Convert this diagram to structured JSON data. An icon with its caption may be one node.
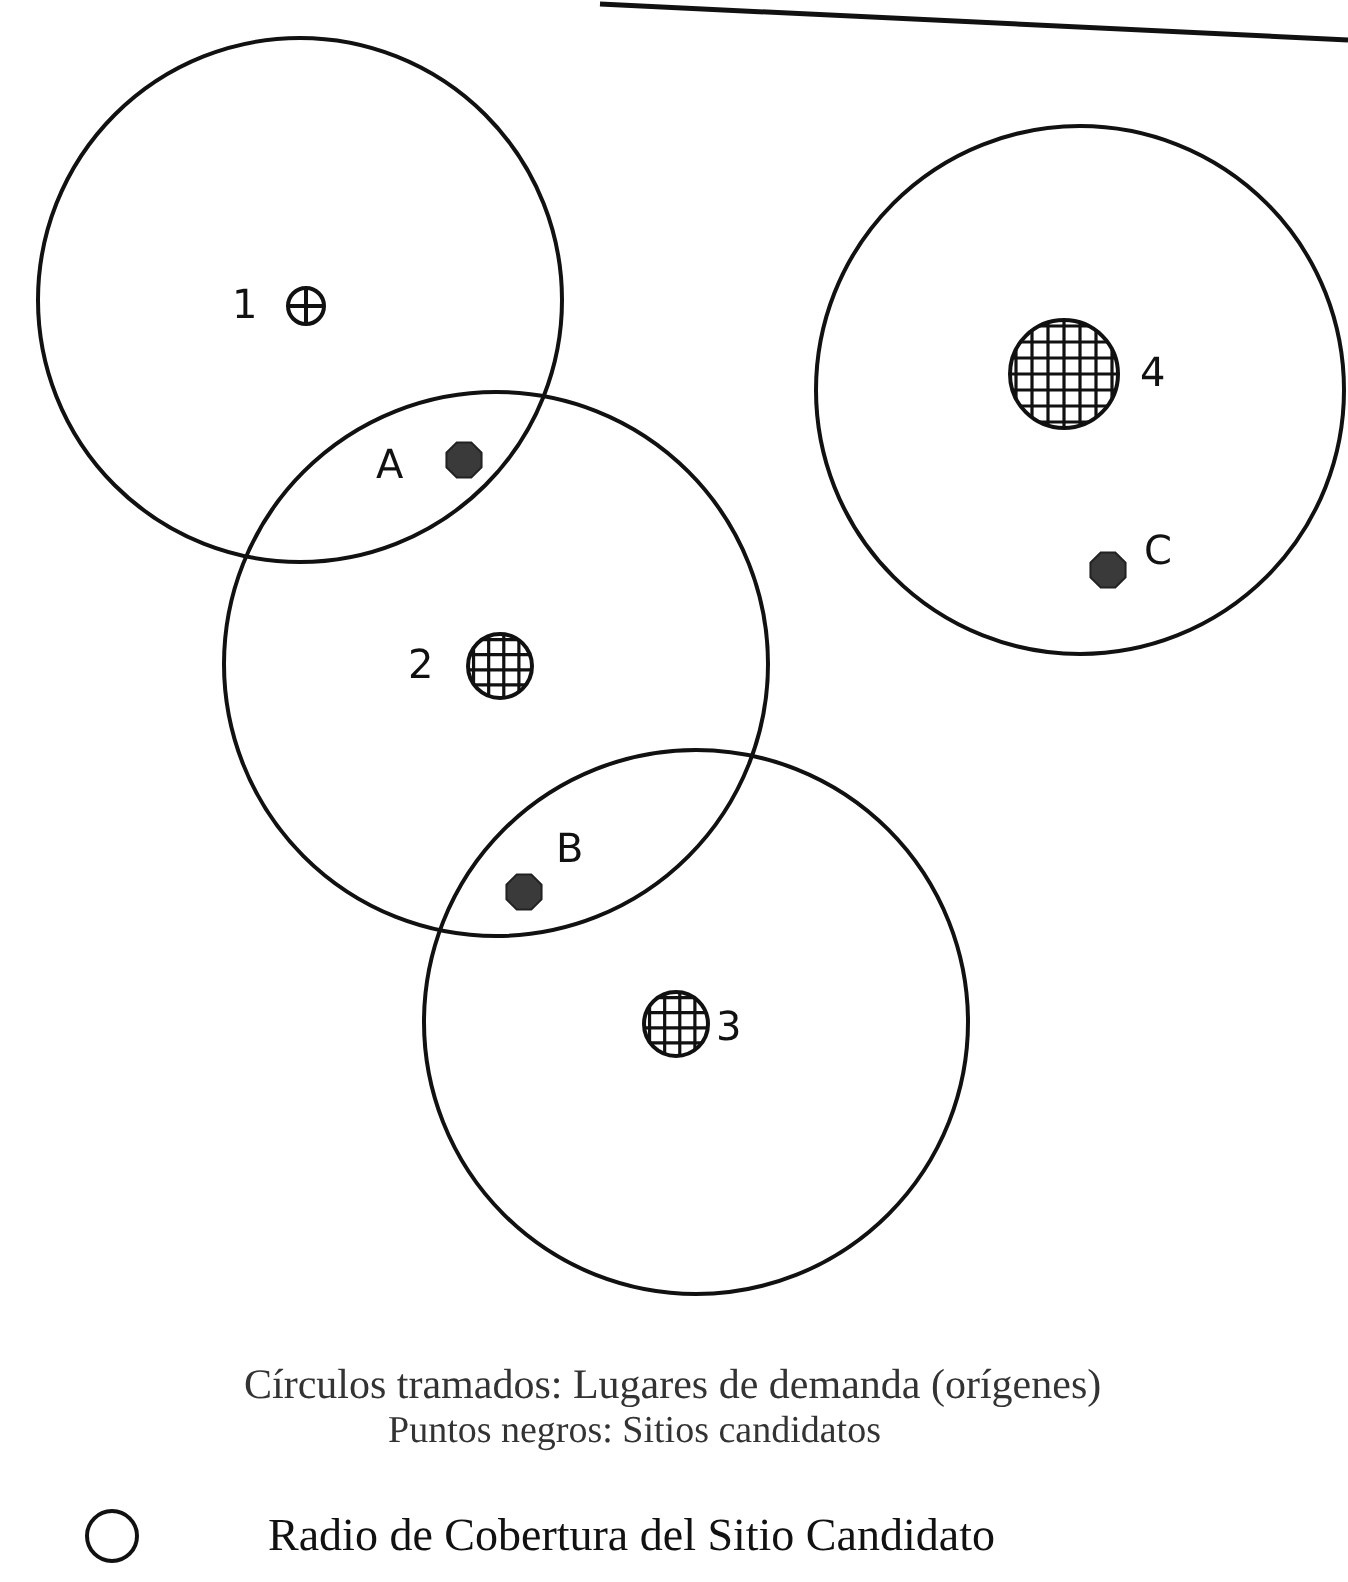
{
  "diagram": {
    "nodes": [
      {
        "text": [],
        "shape": "circle"
      },
      {
        "text": [],
        "shape": "circle"
      },
      {
        "text": [],
        "shape": "circle"
      },
      {
        "text": [],
        "shape": "circle"
      },
      {
        "text": [],
        "shape": "circle",
        "in": 0
      },
      {
        "text": [],
        "shape": "circle",
        "in": 1
      },
      {
        "text": [],
        "shape": "circle"
      },
      {
        "text": [],
        "shape": "circle",
        "in": 1
      },
      {
        "text": [],
        "shape": "circle",
        "in": 2
      },
      {
        "text": [],
        "shape": "circle"
      },
      {
        "text": [],
        "shape": "circle",
        "in": 3
      }
    ],
    "labels": [
      "1",
      "4",
      "A",
      "C",
      "2",
      "B",
      "3",
      "Círculos tramados: Lugares de demanda (orígenes)",
      "Puntos negros: Sitios candidatos"
    ],
    "legend": [
      {
        "text": "Radio de Cobertura del Sitio Candidato"
      }
    ]
  }
}
